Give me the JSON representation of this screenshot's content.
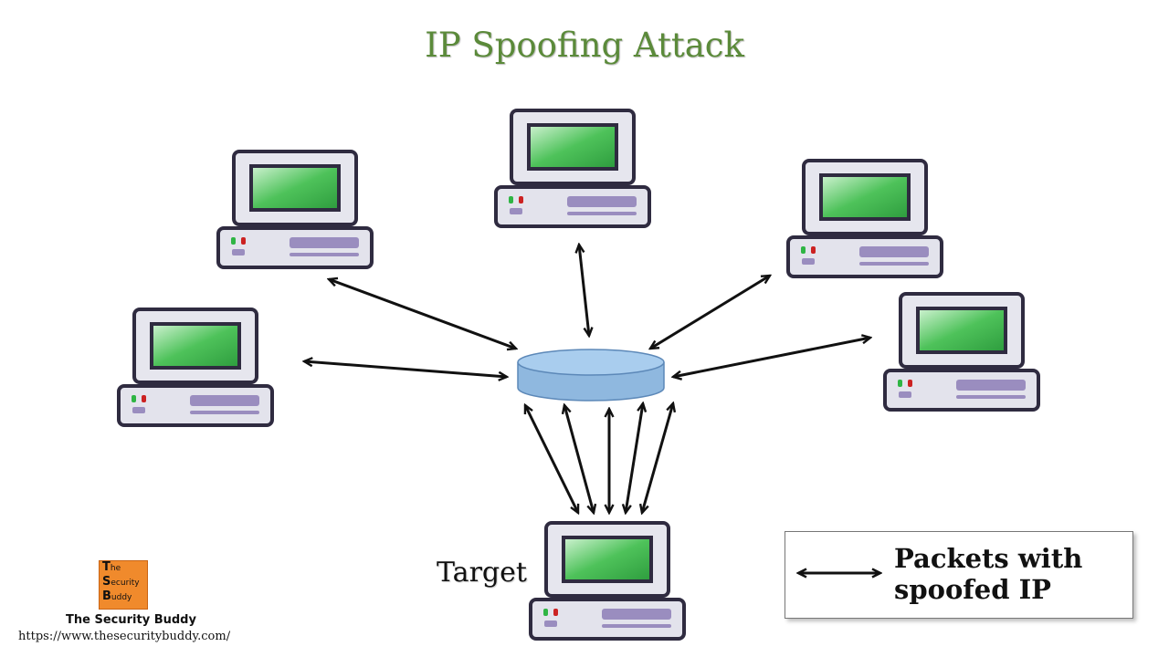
{
  "title": "IP Spoofing Attack",
  "target_label": "Target",
  "legend": {
    "text_line1": "Packets with",
    "text_line2": "spoofed IP"
  },
  "branding": {
    "logo_letters": [
      "T",
      "S",
      "B"
    ],
    "logo_words": [
      "he",
      "ecurity",
      "uddy"
    ],
    "name": "The Security Buddy",
    "url": "https://www.thesecuritybuddy.com/"
  },
  "colors": {
    "title": "#5b8a3a",
    "screen_green": "#3fbf4f",
    "computer_outline": "#2f2b40",
    "computer_body": "#e3e3ec",
    "drive_slot": "#9a8dbf",
    "hub_fill": "#9cc3e6",
    "led_green": "#2fb544",
    "led_red": "#cc2222",
    "logo_bg": "#f08a2c"
  }
}
